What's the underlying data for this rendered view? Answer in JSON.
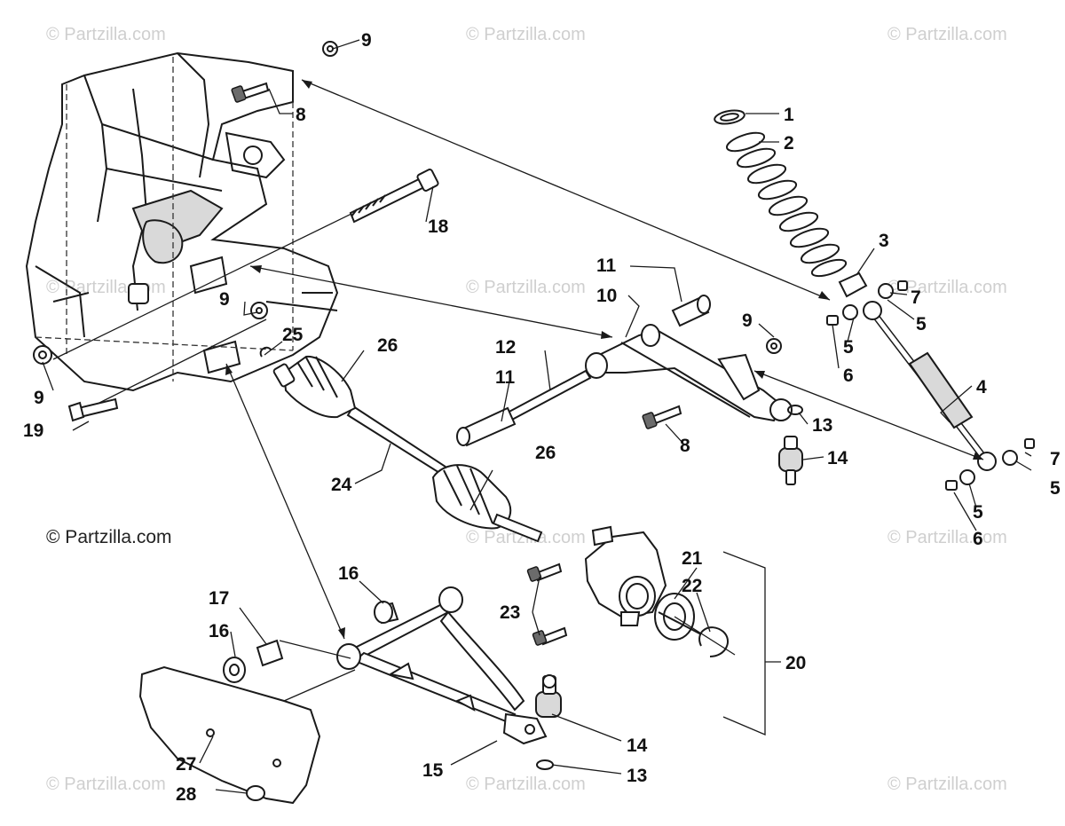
{
  "watermark": "© Partzilla.com",
  "credit": "© Partzilla.com",
  "callouts": {
    "c1": "1",
    "c2": "2",
    "c3": "3",
    "c4": "4",
    "c5a": "5",
    "c5b": "5",
    "c5c": "5",
    "c5d": "5",
    "c6a": "6",
    "c6b": "6",
    "c7a": "7",
    "c7b": "7",
    "c8a": "8",
    "c8b": "8",
    "c9a": "9",
    "c9b": "9",
    "c9c": "9",
    "c9d": "9",
    "c10": "10",
    "c11a": "11",
    "c11b": "11",
    "c12": "12",
    "c13a": "13",
    "c13b": "13",
    "c14a": "14",
    "c14b": "14",
    "c15": "15",
    "c16a": "16",
    "c16b": "16",
    "c17": "17",
    "c18": "18",
    "c19": "19",
    "c20": "20",
    "c21": "21",
    "c22": "22",
    "c23": "23",
    "c24": "24",
    "c25": "25",
    "c26a": "26",
    "c26b": "26",
    "c27": "27",
    "c28": "28"
  },
  "colors": {
    "line": "#1a1a1a",
    "watermark": "#cfcfcf",
    "background": "#ffffff"
  }
}
